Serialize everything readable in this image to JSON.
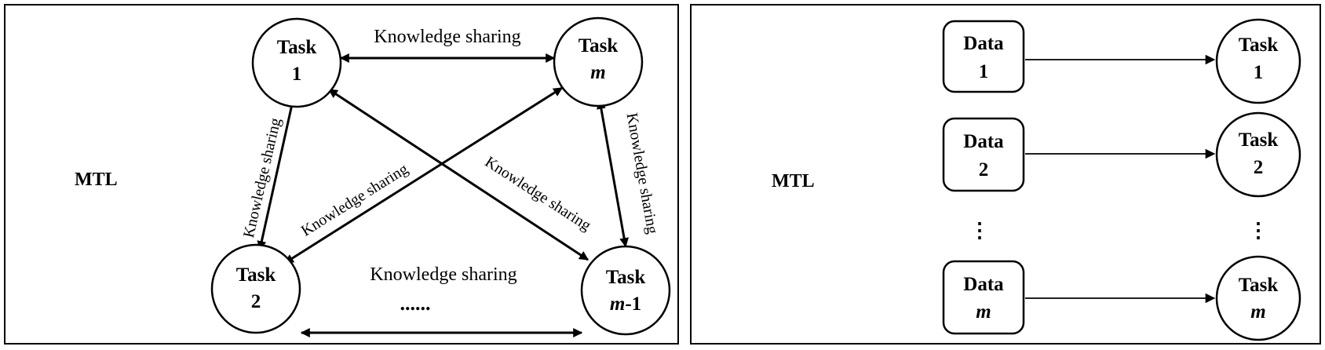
{
  "left_panel": {
    "mtl_label": "MTL",
    "tasks": {
      "t1": {
        "word": "Task",
        "num": "1"
      },
      "tm": {
        "word": "Task",
        "num": "m"
      },
      "t2": {
        "word": "Task",
        "num": "2"
      },
      "tm1": {
        "word": "Task",
        "num_ital": "m",
        "num_rest": "-1"
      }
    },
    "edge_labels": {
      "top": "Knowledge sharing",
      "bottom": "Knowledge sharing",
      "left": "Knowledge sharing",
      "right": "Knowledge sharing",
      "diag1": "Knowledge sharing",
      "diag2": "Knowledge sharing"
    },
    "ellipsis": "......"
  },
  "right_panel": {
    "mtl_label": "MTL",
    "data_nodes": [
      {
        "word": "Data",
        "num": "1",
        "italic": false
      },
      {
        "word": "Data",
        "num": "2",
        "italic": false
      },
      {
        "word": "Data",
        "num": "m",
        "italic": true
      }
    ],
    "task_nodes": [
      {
        "word": "Task",
        "num": "1",
        "italic": false
      },
      {
        "word": "Task",
        "num": "2",
        "italic": false
      },
      {
        "word": "Task",
        "num": "m",
        "italic": true
      }
    ],
    "vertical_dots": "⋮"
  }
}
